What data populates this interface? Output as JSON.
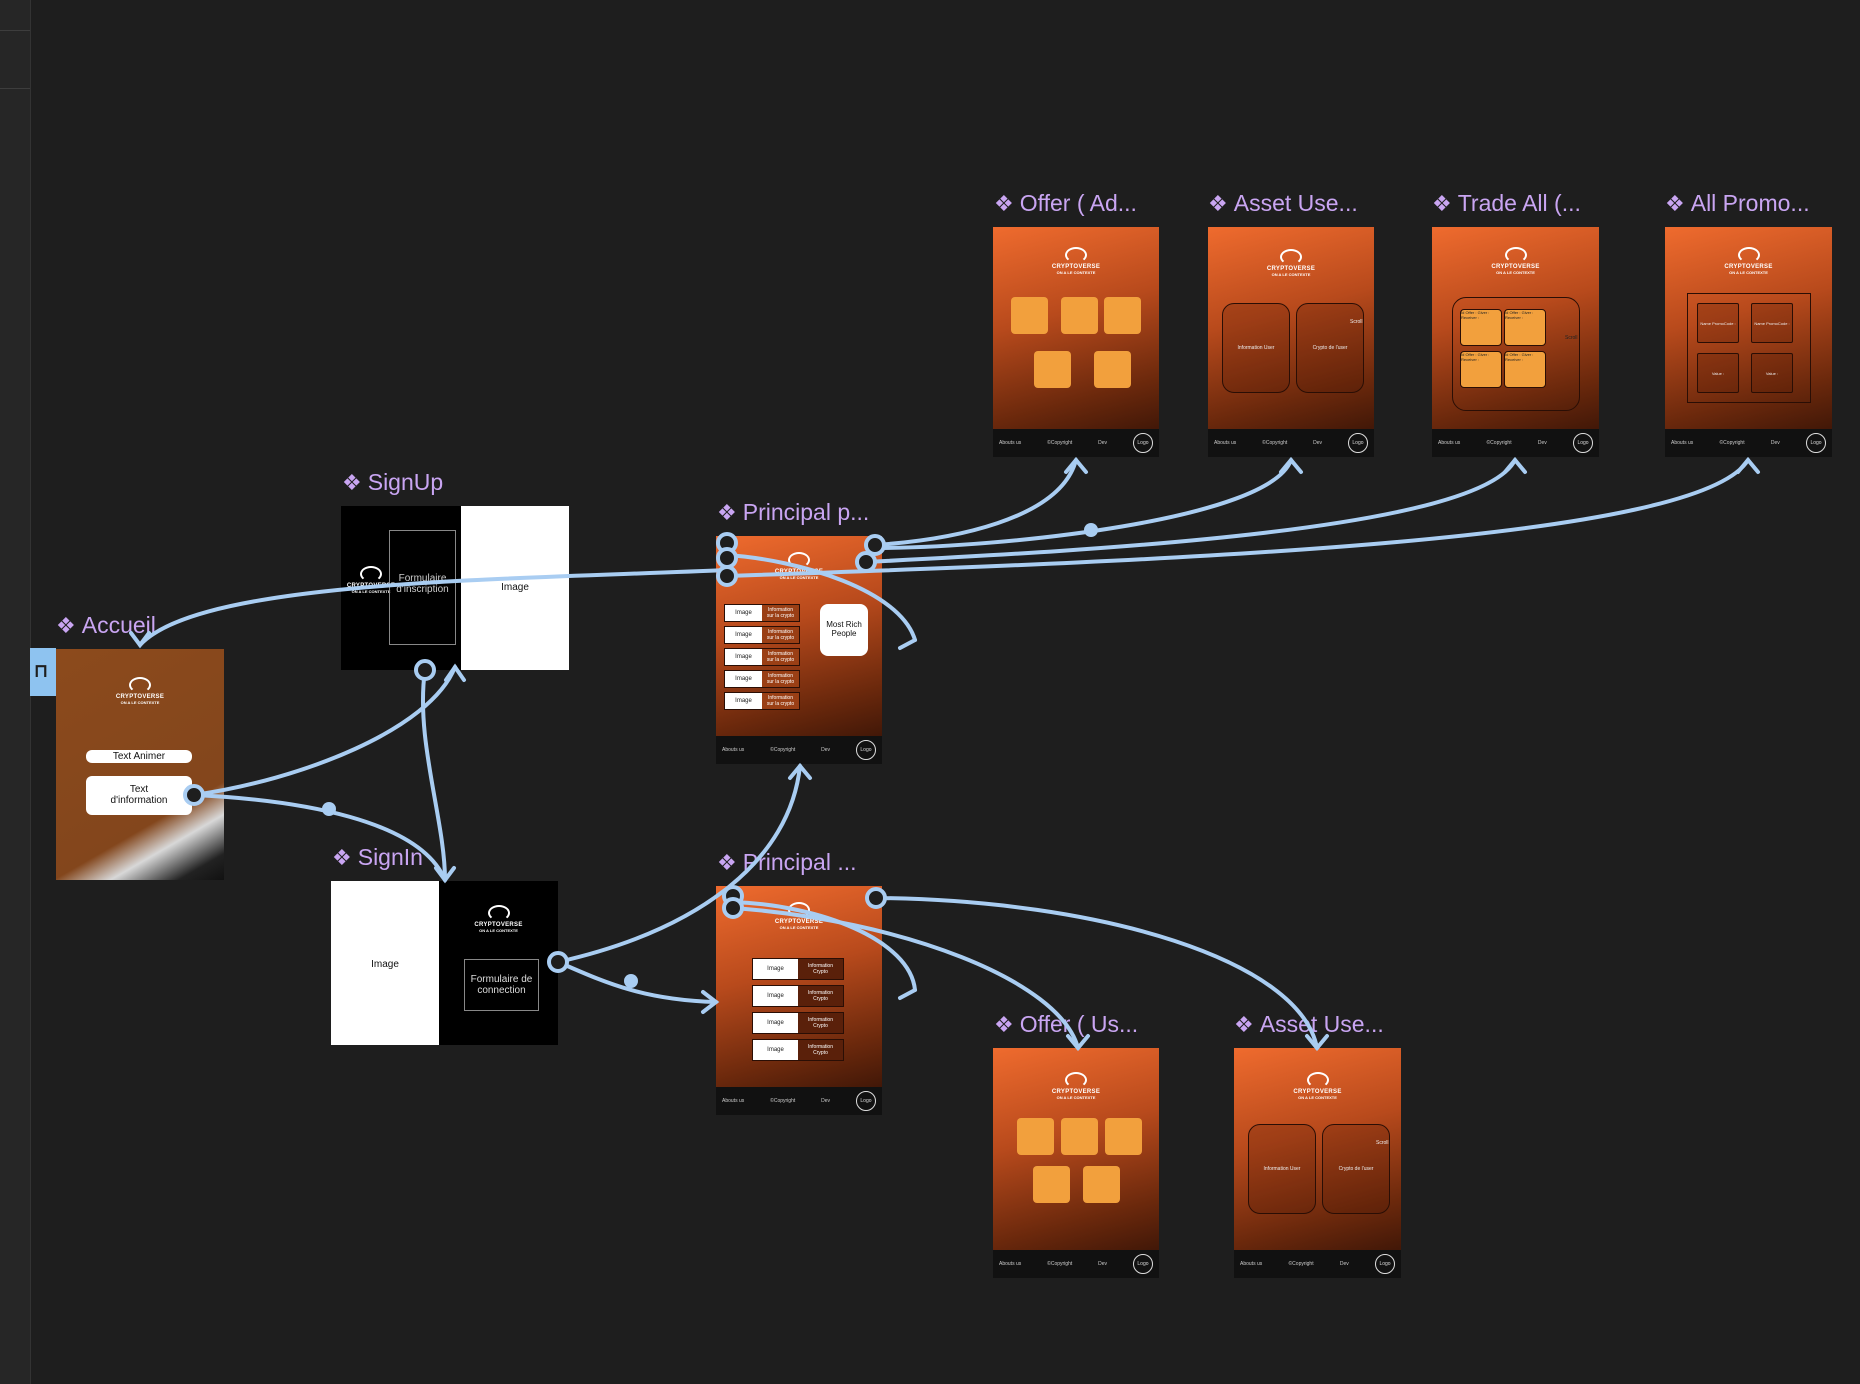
{
  "canvas": {
    "background": "#1e1e1e",
    "label_color": "#c9a5f2",
    "wire_color": "#a9cdf2"
  },
  "frames": {
    "accueil": {
      "label": "Accueil",
      "brand": "CRYPTOVERSE",
      "tagline": "ON A LE CONTEXTE",
      "text_animer": "Text Animer",
      "text_info_1": "Text",
      "text_info_2": "d'information"
    },
    "signup": {
      "label": "SignUp",
      "form_1": "Formulaire",
      "form_2": "d'inscription",
      "image": "Image",
      "brand": "CRYPTOVERSE",
      "tagline": "ON A LE CONTEXTE"
    },
    "signin": {
      "label": "SignIn",
      "image": "Image",
      "form_1": "Formulaire de",
      "form_2": "connection",
      "brand": "CRYPTOVERSE",
      "tagline": "ON A LE CONTEXTE"
    },
    "principal_top": {
      "label": "Principal p...",
      "brand": "CRYPTOVERSE",
      "tagline": "ON A LE CONTEXTE",
      "row_image": "Image",
      "row_info_1": "Information",
      "row_info_2": "sur la crypto",
      "most_rich_1": "Most Rich",
      "most_rich_2": "People",
      "footer_about": "Abouts us",
      "footer_copy": "©Copyright",
      "footer_dev": "Dev",
      "footer_logo": "Logo"
    },
    "principal_bottom": {
      "label": "Principal ...",
      "brand": "CRYPTOVERSE",
      "tagline": "ON A LE CONTEXTE",
      "row_image": "Image",
      "row_info_1": "Information",
      "row_info_2": "Crypto",
      "footer_about": "Abouts us",
      "footer_copy": "©Copyright",
      "footer_dev": "Dev",
      "footer_logo": "Logo"
    },
    "offer_admin": {
      "label": "Offer ( Ad...",
      "brand": "CRYPTOVERSE",
      "tagline": "ON A LE CONTEXTE",
      "footer_about": "Abouts us",
      "footer_copy": "©Copyright",
      "footer_dev": "Dev",
      "footer_logo": "Logo"
    },
    "asset_user_top": {
      "label": "Asset Use...",
      "brand": "CRYPTOVERSE",
      "tagline": "ON A LE CONTEXTE",
      "box_left": "Information User",
      "box_right": "Crypto de l'user",
      "scroll": "Scroll",
      "footer_about": "Abouts us",
      "footer_copy": "©Copyright",
      "footer_dev": "Dev",
      "footer_logo": "Logo"
    },
    "trade_all": {
      "label": "Trade All (...",
      "brand": "CRYPTOVERSE",
      "tagline": "ON A LE CONTEXTE",
      "cell": "Id Offer : Giver : Receiver :",
      "scroll": "Scroll",
      "footer_about": "Abouts us",
      "footer_copy": "©Copyright",
      "footer_dev": "Dev",
      "footer_logo": "Logo"
    },
    "all_promo": {
      "label": "All Promo...",
      "brand": "CRYPTOVERSE",
      "tagline": "ON A LE CONTEXTE",
      "cell_1": "Name PromoCode :",
      "cell_2": "Value :",
      "footer_about": "Abouts us",
      "footer_copy": "©Copyright",
      "footer_dev": "Dev",
      "footer_logo": "Logo"
    },
    "offer_user": {
      "label": "Offer ( Us...",
      "brand": "CRYPTOVERSE",
      "tagline": "ON A LE CONTEXTE",
      "footer_about": "Abouts us",
      "footer_copy": "©Copyright",
      "footer_dev": "Dev",
      "footer_logo": "Logo"
    },
    "asset_user_bottom": {
      "label": "Asset Use...",
      "brand": "CRYPTOVERSE",
      "tagline": "ON A LE CONTEXTE",
      "box_left": "Information User",
      "box_right": "Crypto de l'user",
      "scroll": "Scroll",
      "footer_about": "Abouts us",
      "footer_copy": "©Copyright",
      "footer_dev": "Dev",
      "footer_logo": "Logo"
    }
  },
  "icons": {
    "component": "component-diamond-icon",
    "start": "flow-start-icon"
  }
}
